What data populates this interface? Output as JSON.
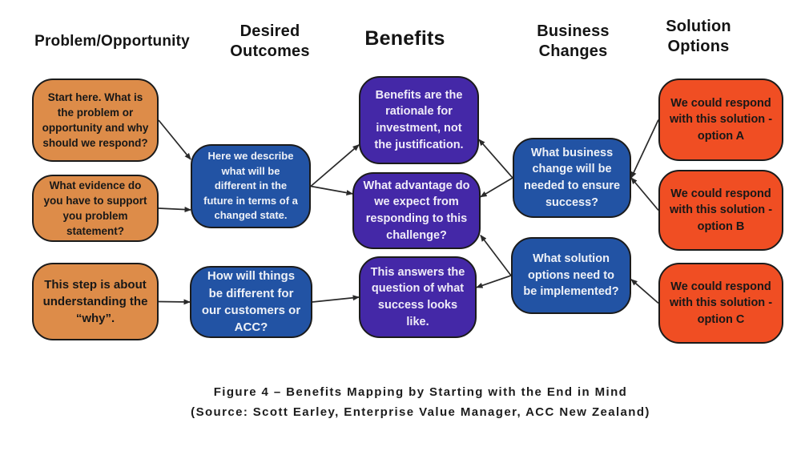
{
  "colors": {
    "orange": "#DD8C49",
    "blue": "#2253A4",
    "purple": "#4428A7",
    "red": "#F04E23"
  },
  "headers": {
    "problem": "Problem/Opportunity",
    "desired": "Desired Outcomes",
    "benefits": "Benefits",
    "business": "Business Changes",
    "solution": "Solution Options"
  },
  "boxes": {
    "p1": {
      "text": "Start here. What is the problem or opportunity and why should we respond?"
    },
    "p2": {
      "text": "What evidence do you have to support you problem statement?"
    },
    "p3": {
      "text": "This step is about understanding the “why”."
    },
    "d1": {
      "text": "Here we describe what will be different in the future in terms of a changed state."
    },
    "d2": {
      "text": "How will things be different for our customers or ACC?"
    },
    "b1": {
      "text": "Benefits are the rationale for investment, not the justification."
    },
    "b2": {
      "text": "What advantage do we expect from responding to this challenge?"
    },
    "b3": {
      "text": "This answers the question of what success looks like."
    },
    "c1": {
      "text": "What business change will be needed to ensure success?"
    },
    "c2": {
      "text": "What solution options need to be implemented?"
    },
    "s1": {
      "text": "We could respond with this solution - option A"
    },
    "s2": {
      "text": "We could respond with this solution - option B"
    },
    "s3": {
      "text": "We could respond with this solution - option C"
    }
  },
  "arrows": [
    {
      "from": {
        "box": "p1",
        "side": "right",
        "t": 0.5
      },
      "to": {
        "box": "d1",
        "side": "left",
        "t": 0.18
      }
    },
    {
      "from": {
        "box": "p2",
        "side": "right",
        "t": 0.5
      },
      "to": {
        "box": "d1",
        "side": "left",
        "t": 0.78
      }
    },
    {
      "from": {
        "box": "p3",
        "side": "right",
        "t": 0.5
      },
      "to": {
        "box": "d2",
        "side": "left",
        "t": 0.5
      }
    },
    {
      "from": {
        "box": "d1",
        "side": "right",
        "t": 0.5
      },
      "to": {
        "box": "b1",
        "side": "left",
        "t": 0.78
      }
    },
    {
      "from": {
        "box": "d1",
        "side": "right",
        "t": 0.5
      },
      "to": {
        "box": "b2",
        "side": "left",
        "t": 0.28
      }
    },
    {
      "from": {
        "box": "d2",
        "side": "right",
        "t": 0.5
      },
      "to": {
        "box": "b3",
        "side": "left",
        "t": 0.5
      }
    },
    {
      "from": {
        "box": "c1",
        "side": "left",
        "t": 0.5
      },
      "to": {
        "box": "b1",
        "side": "right",
        "t": 0.72
      }
    },
    {
      "from": {
        "box": "c1",
        "side": "left",
        "t": 0.5
      },
      "to": {
        "box": "b2",
        "side": "right",
        "t": 0.32
      }
    },
    {
      "from": {
        "box": "c2",
        "side": "left",
        "t": 0.5
      },
      "to": {
        "box": "b2",
        "side": "right",
        "t": 0.82
      }
    },
    {
      "from": {
        "box": "c2",
        "side": "left",
        "t": 0.5
      },
      "to": {
        "box": "b3",
        "side": "right",
        "t": 0.38
      }
    },
    {
      "from": {
        "box": "s1",
        "side": "left",
        "t": 0.5
      },
      "to": {
        "box": "c1",
        "side": "right",
        "t": 0.5
      }
    },
    {
      "from": {
        "box": "s2",
        "side": "left",
        "t": 0.5
      },
      "to": {
        "box": "c1",
        "side": "right",
        "t": 0.5
      }
    },
    {
      "from": {
        "box": "s3",
        "side": "left",
        "t": 0.5
      },
      "to": {
        "box": "c2",
        "side": "right",
        "t": 0.55
      }
    }
  ],
  "caption": {
    "line1": "Figure 4 – Benefits Mapping by Starting with the End in Mind",
    "line2": "(Source: Scott Earley, Enterprise Value Manager, ACC New Zealand)"
  }
}
